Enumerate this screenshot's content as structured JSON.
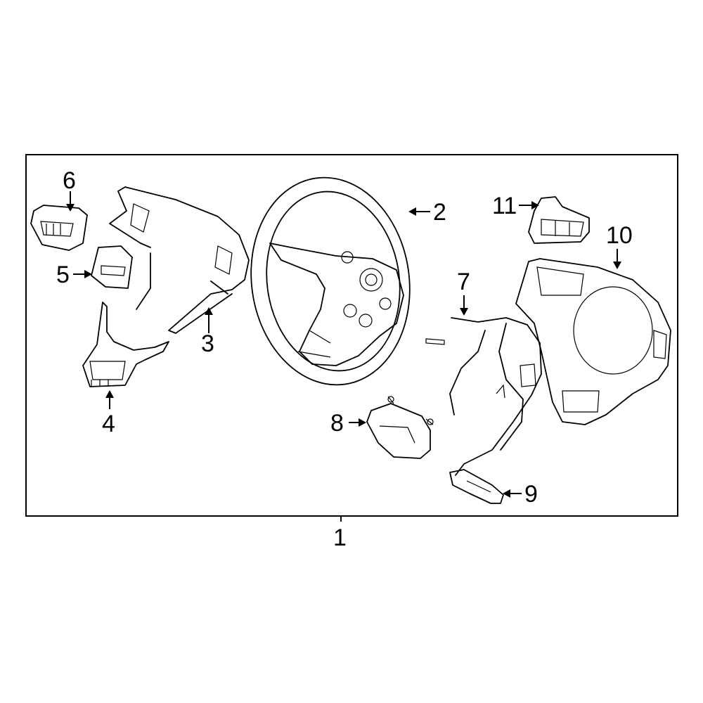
{
  "diagram": {
    "callouts": {
      "assembly": "1",
      "wheel": "2",
      "left_cover": "3",
      "lower_bezel": "4",
      "switch_small": "5",
      "switch_left": "6",
      "harness": "7",
      "module": "8",
      "connector": "9",
      "right_cover": "10",
      "switch_right": "11"
    },
    "colors": {
      "line": "#000000",
      "background": "#ffffff"
    }
  }
}
